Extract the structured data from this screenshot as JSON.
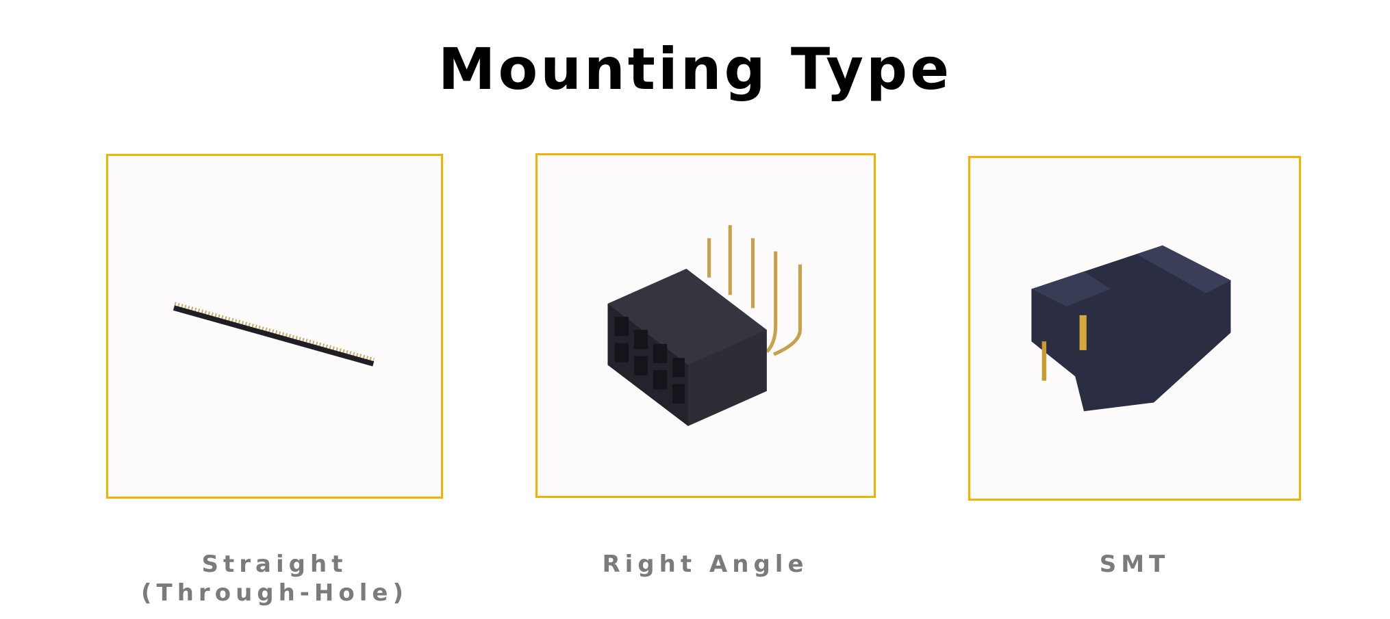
{
  "title": "Mounting Type",
  "accent_color": "#f0b400",
  "items": [
    {
      "label": "Straight",
      "sublabel": "(Through-Hole)",
      "image": "straight-pin-header-image"
    },
    {
      "label": "Right Angle",
      "image": "right-angle-header-image"
    },
    {
      "label": "SMT",
      "image": "smt-connector-image"
    }
  ]
}
